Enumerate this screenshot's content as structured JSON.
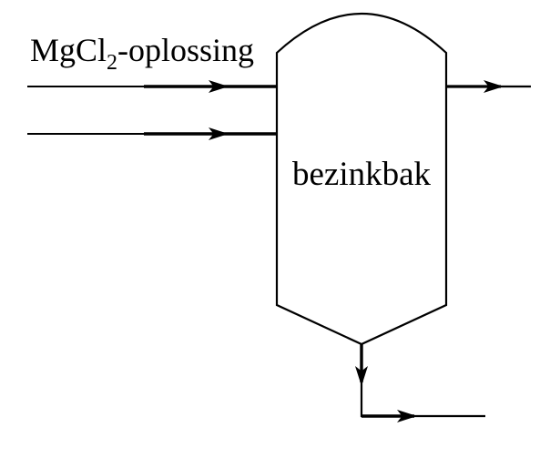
{
  "diagram": {
    "type": "process-flow-diagram",
    "background_color": "#ffffff",
    "stroke_color": "#000000",
    "feed_label": {
      "prefix": "MgCl",
      "subscript": "2",
      "suffix": "-oplossing"
    },
    "vessel_label": "bezinkbak"
  }
}
